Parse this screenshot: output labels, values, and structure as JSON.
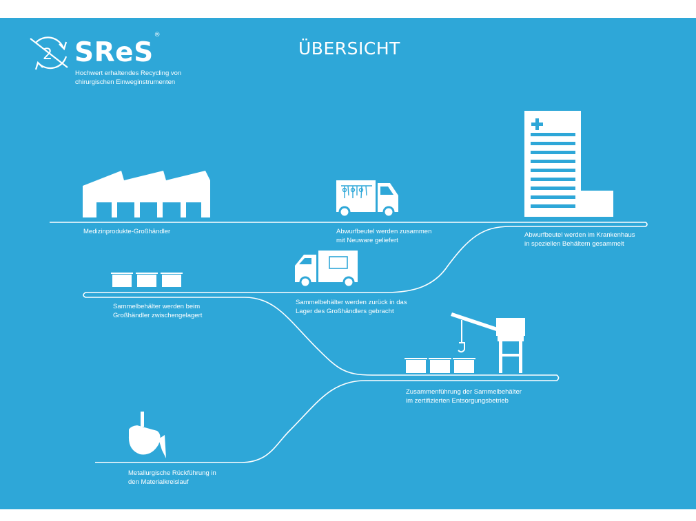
{
  "brand": {
    "name": "SReS",
    "registered": "®",
    "tagline_line1": "Hochwert erhaltendes Recycling von",
    "tagline_line2": "chirurgischen Einweginstrumenten"
  },
  "title": "ÜBERSICHT",
  "steps": [
    {
      "id": "grosshaendler",
      "line1": "Medizinprodukte-Großhändler",
      "line2": ""
    },
    {
      "id": "lieferung",
      "line1": "Abwurfbeutel werden zusammen",
      "line2": "mit Neuware geliefert"
    },
    {
      "id": "krankenhaus",
      "line1": "Abwurfbeutel werden im Krankenhaus",
      "line2": "in speziellen Behältern gesammelt"
    },
    {
      "id": "ruecktransport",
      "line1": "Sammelbehälter werden zurück in das",
      "line2": "Lager des Großhändlers gebracht"
    },
    {
      "id": "lagerung",
      "line1": "Sammelbehälter werden beim",
      "line2": "Großhändler zwischengelagert"
    },
    {
      "id": "entsorgung",
      "line1": "Zusammenführung der Sammelbehälter",
      "line2": "im zertifizierten Entsorgungsbetrieb"
    },
    {
      "id": "metallurgie",
      "line1": "Metallurgische Rückführung in",
      "line2": "den Materialkreislauf"
    }
  ],
  "colors": {
    "background": "#2ea7d8",
    "foreground": "#ffffff",
    "page": "#ffffff"
  }
}
